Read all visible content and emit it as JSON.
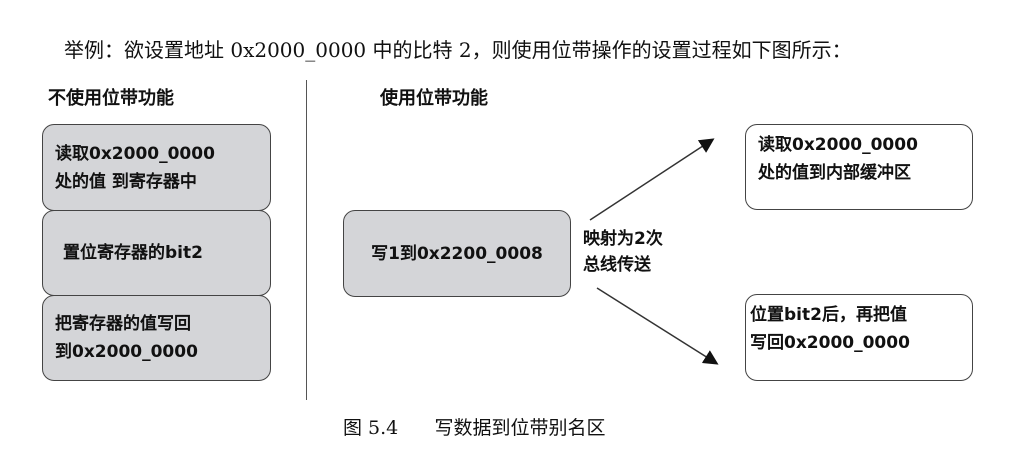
{
  "intro": "举例：欲设置地址 0x2000_0000 中的比特 2，则使用位带操作的设置过程如下图所示：",
  "left": {
    "heading": "不使用位带功能",
    "steps": [
      [
        "读取0x2000_0000",
        "处的值 到寄存器中"
      ],
      [
        "置位寄存器的bit2"
      ],
      [
        "把寄存器的值写回",
        "到0x2000_0000"
      ]
    ]
  },
  "right": {
    "heading": "使用位带功能",
    "source": "写1到0x2200_0008",
    "mapping": [
      "映射为2次",
      "总线传送"
    ],
    "targets": [
      [
        "读取0x2000_0000",
        "处的值到内部缓冲区"
      ],
      [
        "位置bit2后，再把值",
        "写回0x2000_0000"
      ]
    ]
  },
  "caption": {
    "number": "图 5.4",
    "title": "写数据到位带别名区"
  }
}
